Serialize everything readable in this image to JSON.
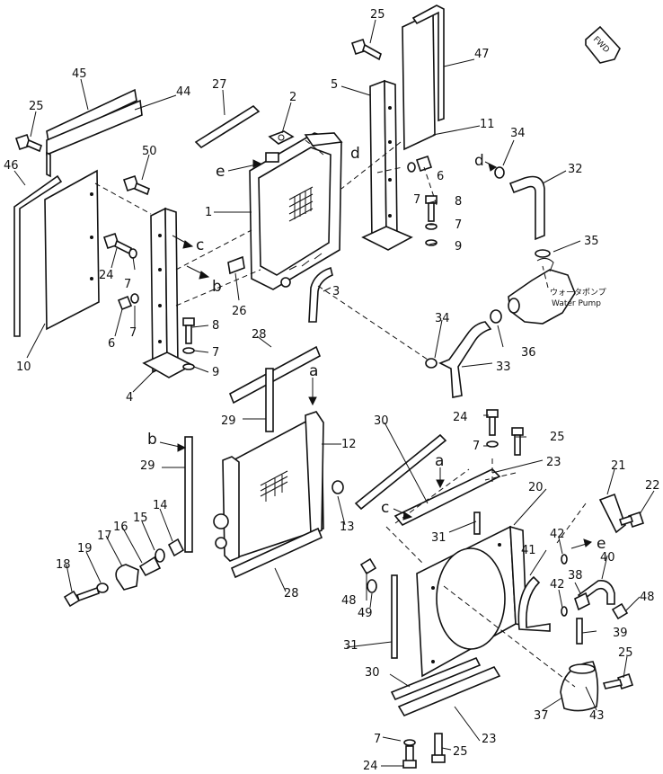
{
  "diagram": {
    "fwd_label": "FWD",
    "water_pump_label_jp": "ウォータポンプ",
    "water_pump_label_en": "Water Pump"
  },
  "callouts": [
    {
      "id": "c25a",
      "text": "25"
    },
    {
      "id": "c47",
      "text": "47"
    },
    {
      "id": "c45",
      "text": "45"
    },
    {
      "id": "c44",
      "text": "44"
    },
    {
      "id": "c27",
      "text": "27"
    },
    {
      "id": "c2",
      "text": "2"
    },
    {
      "id": "c5",
      "text": "5"
    },
    {
      "id": "c11",
      "text": "11"
    },
    {
      "id": "c25b",
      "text": "25"
    },
    {
      "id": "c46",
      "text": "46"
    },
    {
      "id": "c50",
      "text": "50"
    },
    {
      "id": "c1",
      "text": "1"
    },
    {
      "id": "c34a",
      "text": "34"
    },
    {
      "id": "c32",
      "text": "32"
    },
    {
      "id": "c6a",
      "text": "6"
    },
    {
      "id": "c7a",
      "text": "7"
    },
    {
      "id": "c8a",
      "text": "8"
    },
    {
      "id": "c7b",
      "text": "7"
    },
    {
      "id": "c9a",
      "text": "9"
    },
    {
      "id": "c35",
      "text": "35"
    },
    {
      "id": "c24a",
      "text": "24"
    },
    {
      "id": "c7c",
      "text": "7"
    },
    {
      "id": "c26",
      "text": "26"
    },
    {
      "id": "c3",
      "text": "3"
    },
    {
      "id": "c6b",
      "text": "6"
    },
    {
      "id": "c7d",
      "text": "7"
    },
    {
      "id": "c10",
      "text": "10"
    },
    {
      "id": "c8b",
      "text": "8"
    },
    {
      "id": "c7e",
      "text": "7"
    },
    {
      "id": "c9b",
      "text": "9"
    },
    {
      "id": "c4",
      "text": "4"
    },
    {
      "id": "c34b",
      "text": "34"
    },
    {
      "id": "c36",
      "text": "36"
    },
    {
      "id": "c33",
      "text": "33"
    },
    {
      "id": "c28a",
      "text": "28"
    },
    {
      "id": "c29a",
      "text": "29"
    },
    {
      "id": "c12",
      "text": "12"
    },
    {
      "id": "c29b",
      "text": "29"
    },
    {
      "id": "c30a",
      "text": "30"
    },
    {
      "id": "c24b",
      "text": "24"
    },
    {
      "id": "c7f",
      "text": "7"
    },
    {
      "id": "c25c",
      "text": "25"
    },
    {
      "id": "c23a",
      "text": "23"
    },
    {
      "id": "c21",
      "text": "21"
    },
    {
      "id": "c22",
      "text": "22"
    },
    {
      "id": "c20",
      "text": "20"
    },
    {
      "id": "c13",
      "text": "13"
    },
    {
      "id": "c14",
      "text": "14"
    },
    {
      "id": "c15",
      "text": "15"
    },
    {
      "id": "c16",
      "text": "16"
    },
    {
      "id": "c17",
      "text": "17"
    },
    {
      "id": "c19",
      "text": "19"
    },
    {
      "id": "c18",
      "text": "18"
    },
    {
      "id": "c31a",
      "text": "31"
    },
    {
      "id": "c42a",
      "text": "42"
    },
    {
      "id": "c41",
      "text": "41"
    },
    {
      "id": "c40",
      "text": "40"
    },
    {
      "id": "c38",
      "text": "38"
    },
    {
      "id": "c42b",
      "text": "42"
    },
    {
      "id": "c48a",
      "text": "48"
    },
    {
      "id": "c48b",
      "text": "48"
    },
    {
      "id": "c49",
      "text": "49"
    },
    {
      "id": "c28b",
      "text": "28"
    },
    {
      "id": "c39",
      "text": "39"
    },
    {
      "id": "c31b",
      "text": "31"
    },
    {
      "id": "c25d",
      "text": "25"
    },
    {
      "id": "c30b",
      "text": "30"
    },
    {
      "id": "c37",
      "text": "37"
    },
    {
      "id": "c43",
      "text": "43"
    },
    {
      "id": "c23b",
      "text": "23"
    },
    {
      "id": "c7g",
      "text": "7"
    },
    {
      "id": "c25e",
      "text": "25"
    },
    {
      "id": "c24c",
      "text": "24"
    }
  ],
  "connection_letters": [
    {
      "id": "Ld1",
      "text": "d"
    },
    {
      "id": "Le1",
      "text": "e"
    },
    {
      "id": "Ld2",
      "text": "d"
    },
    {
      "id": "Lc1",
      "text": "c"
    },
    {
      "id": "Lb1",
      "text": "b"
    },
    {
      "id": "La1",
      "text": "a"
    },
    {
      "id": "Lb2",
      "text": "b"
    },
    {
      "id": "La2",
      "text": "a"
    },
    {
      "id": "Lc2",
      "text": "c"
    },
    {
      "id": "Le2",
      "text": "e"
    }
  ]
}
